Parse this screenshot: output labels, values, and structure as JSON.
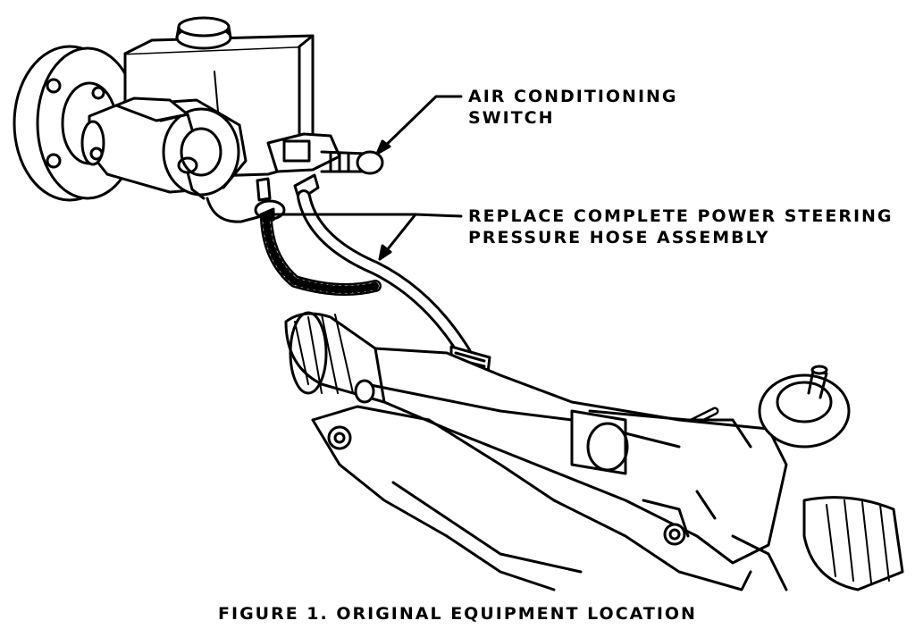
{
  "labels": {
    "ac_switch_line1": "AIR CONDITIONING",
    "ac_switch_line2": "SWITCH",
    "hose_line1": "REPLACE COMPLETE POWER STEERING",
    "hose_line2": "PRESSURE HOSE ASSEMBLY"
  },
  "caption": "FIGURE 1. ORIGINAL EQUIPMENT LOCATION",
  "colors": {
    "ink": "#000000",
    "paper": "#ffffff"
  }
}
